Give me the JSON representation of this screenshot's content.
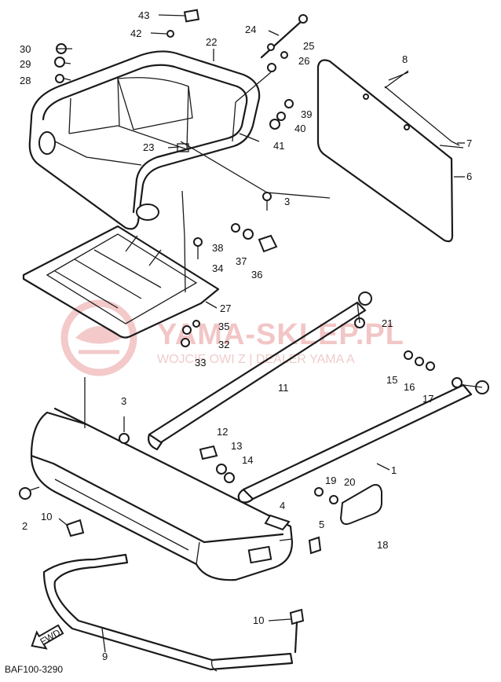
{
  "watermark": {
    "title": "YAMA-SKLEP.PL",
    "subtitle": "WOJCIE    OWI    Z | DEALER YAMA   A"
  },
  "diagram_code": "BAF100-3290",
  "fwd_label": "FWD",
  "callouts": [
    {
      "id": "c43",
      "text": "43"
    },
    {
      "id": "c42",
      "text": "42"
    },
    {
      "id": "c22",
      "text": "22"
    },
    {
      "id": "c24",
      "text": "24"
    },
    {
      "id": "c25",
      "text": "25"
    },
    {
      "id": "c26",
      "text": "26"
    },
    {
      "id": "c30",
      "text": "30"
    },
    {
      "id": "c29",
      "text": "29"
    },
    {
      "id": "c28",
      "text": "28"
    },
    {
      "id": "c8",
      "text": "8"
    },
    {
      "id": "c39",
      "text": "39"
    },
    {
      "id": "c40",
      "text": "40"
    },
    {
      "id": "c41",
      "text": "41"
    },
    {
      "id": "c7",
      "text": "7"
    },
    {
      "id": "c6",
      "text": "6"
    },
    {
      "id": "c23",
      "text": "23"
    },
    {
      "id": "c3a",
      "text": "3"
    },
    {
      "id": "c38",
      "text": "38"
    },
    {
      "id": "c37",
      "text": "37"
    },
    {
      "id": "c34",
      "text": "34"
    },
    {
      "id": "c36",
      "text": "36"
    },
    {
      "id": "c27",
      "text": "27"
    },
    {
      "id": "c35",
      "text": "35"
    },
    {
      "id": "c32",
      "text": "32"
    },
    {
      "id": "c33",
      "text": "33"
    },
    {
      "id": "c21",
      "text": "21"
    },
    {
      "id": "c15",
      "text": "15"
    },
    {
      "id": "c16",
      "text": "16"
    },
    {
      "id": "c17",
      "text": "17"
    },
    {
      "id": "c11",
      "text": "11"
    },
    {
      "id": "c3b",
      "text": "3"
    },
    {
      "id": "c12",
      "text": "12"
    },
    {
      "id": "c13",
      "text": "13"
    },
    {
      "id": "c14",
      "text": "14"
    },
    {
      "id": "c1",
      "text": "1"
    },
    {
      "id": "c2",
      "text": "2"
    },
    {
      "id": "c19",
      "text": "19"
    },
    {
      "id": "c20",
      "text": "20"
    },
    {
      "id": "c4",
      "text": "4"
    },
    {
      "id": "c10a",
      "text": "10"
    },
    {
      "id": "c5",
      "text": "5"
    },
    {
      "id": "c18",
      "text": "18"
    },
    {
      "id": "c10b",
      "text": "10"
    },
    {
      "id": "c9",
      "text": "9"
    }
  ]
}
